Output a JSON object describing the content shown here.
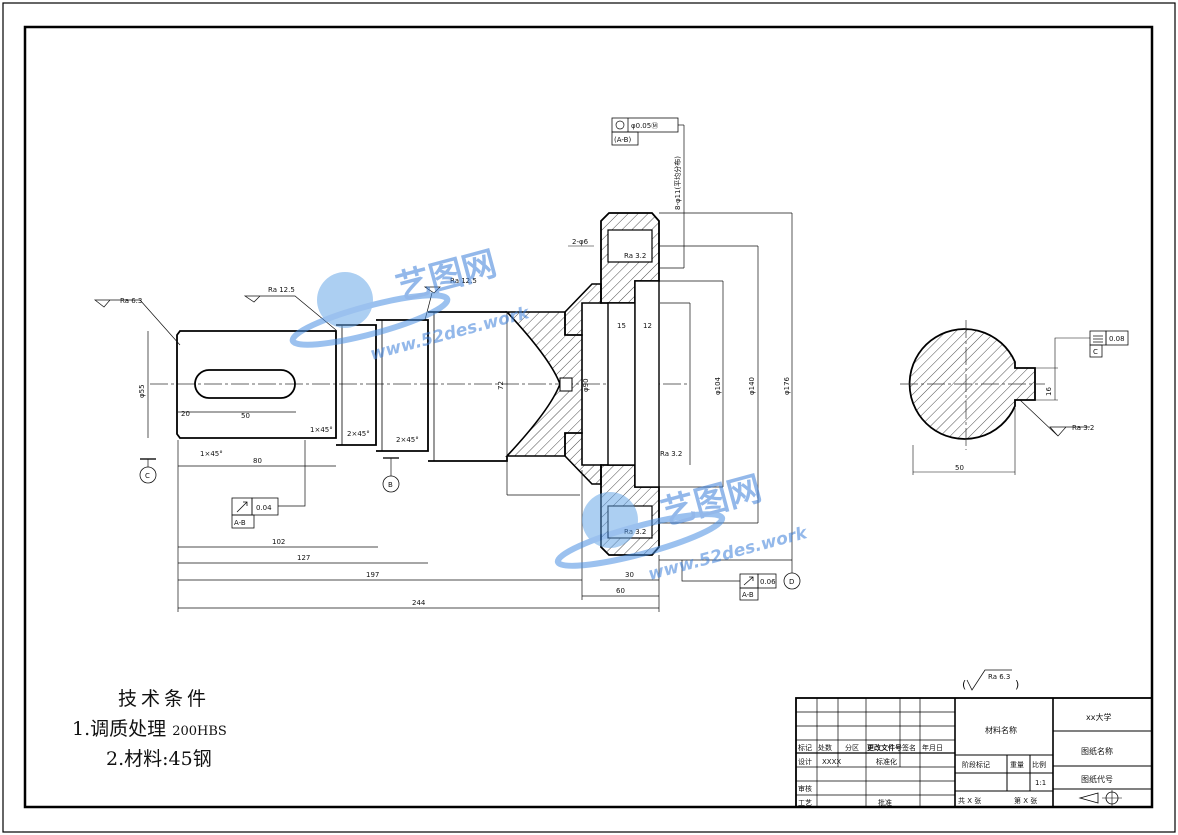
{
  "dims": {
    "ra63_left": "Ra 6.3",
    "ra125": "Ra 12.5",
    "ra125b": "Ra 12.5",
    "ra32_top": "Ra 3.2",
    "ra32_mid": "Ra 3.2",
    "ra32_bot": "Ra 3.2",
    "ra32_sec": "Ra 3.2",
    "ra63_title": "Ra 6.3",
    "pos_tol": "φ0.05Ⓜ",
    "pos_ref": "(A-B)",
    "holes_note": "8-φ11(平均分布)",
    "chamfer_246": "2-φ6",
    "d15": "15",
    "d12": "12",
    "dia90": "φ90",
    "dia104": "φ104",
    "dia140": "φ140",
    "dia176": "φ176",
    "dia72": "72",
    "dia_shaft1": "φ55",
    "d20": "20",
    "d50": "50",
    "c1x45_a": "1×45°",
    "c1x45_b": "1×45°",
    "c2x45_a": "2×45°",
    "c2x45_b": "2×45°",
    "d80": "80",
    "d102": "102",
    "d127": "127",
    "d197": "197",
    "d244": "244",
    "d30": "30",
    "d60": "60",
    "runout1": "0.04",
    "runout1_ref": "A-B",
    "runout2": "0.06",
    "runout2_ref": "A-B",
    "datum_c": "C",
    "datum_b": "B",
    "datum_d": "D",
    "datum_c2": "C",
    "flatness": "0.08",
    "sec_w": "50",
    "sec_d": "16"
  },
  "tech": {
    "title": "技术条件",
    "line1_prefix": "1.调质处理",
    "line1_value": "200HBS",
    "line2": "2.材料:45钢"
  },
  "title_block": {
    "material": "材料名称",
    "university": "xx大学",
    "drawing_name": "图纸名称",
    "drawing_code": "图纸代号",
    "mark": "标记",
    "count": "处数",
    "zone": "分区",
    "change_doc": "更改文件号",
    "signature": "签名",
    "date": "年月日",
    "design": "设计",
    "designer": "XXXX",
    "standardize": "标准化",
    "stage_mark": "阶段标记",
    "weight": "重量",
    "scale_label": "比例",
    "scale": "1:1",
    "check": "审核",
    "process": "工艺",
    "approve": "批准",
    "sheets_total": "共 X 张",
    "sheet_no": "第 X 张"
  },
  "watermark": {
    "brand": "艺图网",
    "url": "www.52des.work"
  }
}
